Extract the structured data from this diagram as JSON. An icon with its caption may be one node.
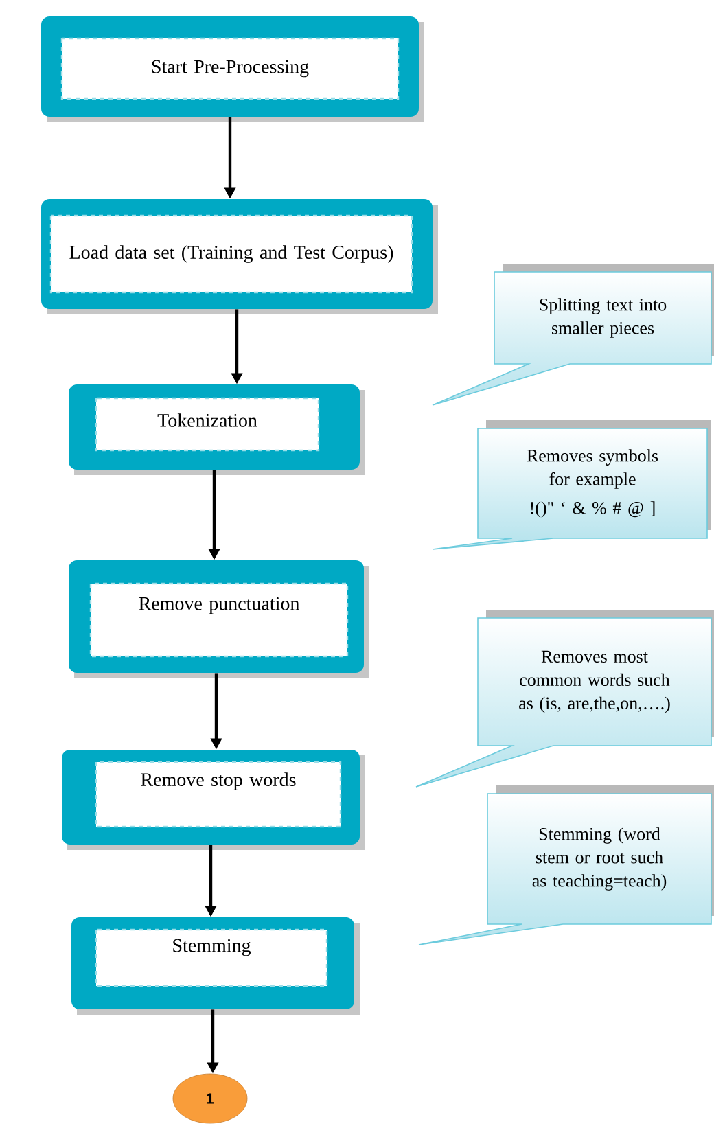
{
  "diagram": {
    "nodes": [
      {
        "text": [
          "Start Pre-Processing"
        ]
      },
      {
        "text": [
          "Load data set (Training and Test Corpus)"
        ]
      },
      {
        "text": [
          "Tokenization"
        ]
      },
      {
        "text": [
          "Remove punctuation"
        ]
      },
      {
        "text": [
          "Remove stop words"
        ]
      },
      {
        "text": [
          "Stemming"
        ]
      },
      {
        "text": [
          "1"
        ]
      },
      {
        "text": [
          "Splitting text into smaller pieces"
        ]
      },
      {
        "text": [
          "Removes symbols for example",
          "!()\" ‘ & % # @ ]"
        ]
      },
      {
        "text": [
          "Removes most common words such as (is, are,the,on,….)"
        ]
      },
      {
        "text": [
          "Stemming (word stem or root such as teaching=teach)"
        ]
      }
    ],
    "edges": [
      {
        "from": 0,
        "to": 1,
        "arrow": "to"
      },
      {
        "from": 1,
        "to": 2,
        "arrow": "to"
      },
      {
        "from": 2,
        "to": 3,
        "arrow": "to"
      },
      {
        "from": 3,
        "to": 4,
        "arrow": "to"
      },
      {
        "from": 4,
        "to": 5,
        "arrow": "to"
      },
      {
        "from": 5,
        "to": 6,
        "arrow": "to"
      }
    ]
  }
}
